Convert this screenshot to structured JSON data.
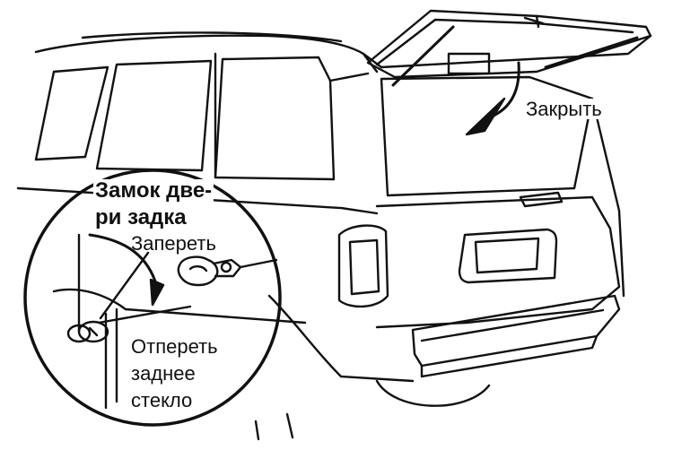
{
  "labels": {
    "close_gate": "Закрыть",
    "lock_title_1": "Замок две-",
    "lock_title_2": "ри задка",
    "lock": "Запереть",
    "unlock_1": "Отпереть",
    "unlock_2": "заднее",
    "unlock_3": "стекло"
  },
  "colors": {
    "ink": "#111111",
    "paper": "#ffffff"
  },
  "icons": [
    "close-arrow-icon",
    "lock-arrow-icon",
    "lock-cylinder-icon",
    "key-icon"
  ]
}
